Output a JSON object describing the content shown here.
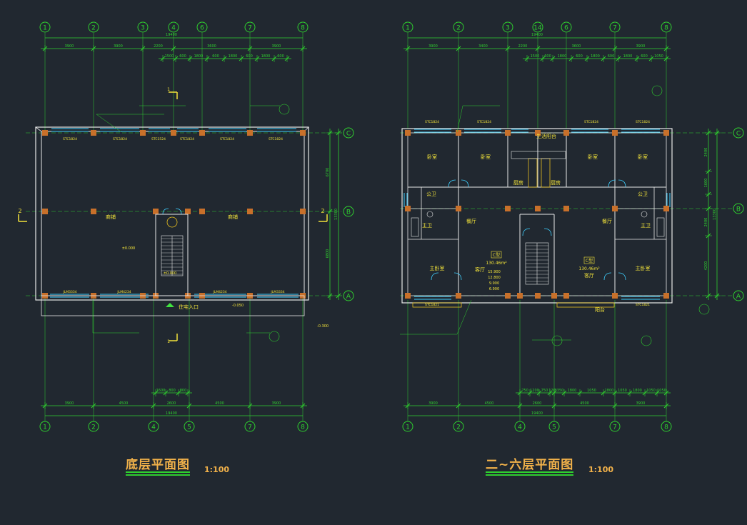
{
  "colors": {
    "background": "#212830",
    "wall": "#e8e8e8",
    "axis": "#2fd02f",
    "dimension": "#2fd02f",
    "column": "#c8702a",
    "window": "#3fd0ff",
    "title": "#f2b24a",
    "text_yellow": "#f2e33a",
    "door": "#3fd0ff",
    "hatch": "#e8c020"
  },
  "left_plan": {
    "title": "底层平面图",
    "scale": "1:100",
    "top_axes": [
      "1",
      "2",
      "3",
      "4",
      "6",
      "7",
      "8"
    ],
    "bottom_axes": [
      "1",
      "2",
      "4",
      "5",
      "7",
      "8"
    ],
    "right_axes": [
      "C",
      "B",
      "A"
    ],
    "overall_dim": "19400",
    "top_dims": [
      "3900",
      "3900",
      "2200",
      "3600",
      "3900"
    ],
    "bottom_dims": [
      "3900",
      "4500",
      "2600",
      "4500",
      "3900"
    ],
    "bottom_total": "19400",
    "right_dims": [
      "6700",
      "6800"
    ],
    "right_total": "13300",
    "rooms": [
      {
        "id": "shop-left",
        "label": "商铺"
      },
      {
        "id": "shop-right",
        "label": "商铺"
      },
      {
        "id": "entrance",
        "label": "住宅入口"
      }
    ],
    "levels": [
      "±0.000",
      "-0.050",
      "-0.300"
    ],
    "window_tags": [
      "STC1824",
      "STC1824",
      "STC1524",
      "STC1824",
      "STC1824",
      "STC1824"
    ],
    "shutter_tags": [
      "JLM3334",
      "JLM4234",
      "JLM4234",
      "JLM3334"
    ],
    "section": [
      "1",
      "2"
    ]
  },
  "right_plan": {
    "title": "二~六层平面图",
    "scale": "1:100",
    "top_axes": [
      "1",
      "2",
      "3",
      "14",
      "6",
      "7",
      "8"
    ],
    "bottom_axes": [
      "1",
      "2",
      "4",
      "5",
      "7",
      "8"
    ],
    "right_axes": [
      "C",
      "B",
      "A"
    ],
    "overall_dim": "19400",
    "top_dims": [
      "3900",
      "3400",
      "2200",
      "3600",
      "3900"
    ],
    "bottom_dims": [
      "3900",
      "4500",
      "2600",
      "4500",
      "3900"
    ],
    "bottom_total": "19400",
    "right_dims": [
      "2400",
      "1600",
      "2400",
      "4200"
    ],
    "right_total": "13300",
    "rooms": [
      {
        "id": "bed-1",
        "label": "卧室"
      },
      {
        "id": "bed-2",
        "label": "卧室"
      },
      {
        "id": "bed-3",
        "label": "卧室"
      },
      {
        "id": "bed-4",
        "label": "卧室"
      },
      {
        "id": "kitchen-1",
        "label": "厨房"
      },
      {
        "id": "kitchen-2",
        "label": "厨房"
      },
      {
        "id": "living-1",
        "label": "客厅"
      },
      {
        "id": "living-2",
        "label": "客厅"
      },
      {
        "id": "dining-1",
        "label": "餐厅"
      },
      {
        "id": "dining-2",
        "label": "餐厅"
      },
      {
        "id": "master-1",
        "label": "主卧室"
      },
      {
        "id": "master-2",
        "label": "主卧室"
      },
      {
        "id": "bath-1",
        "label": "主卫"
      },
      {
        "id": "bath-2",
        "label": "主卫"
      },
      {
        "id": "wc-1",
        "label": "公卫"
      },
      {
        "id": "wc-2",
        "label": "公卫"
      },
      {
        "id": "balcony",
        "label": "阳台"
      },
      {
        "id": "service-balcony",
        "label": "生活阳台"
      }
    ],
    "unit_types": [
      "C型",
      "C型"
    ],
    "unit_areas": [
      "130.46m²",
      "130.46m²"
    ],
    "level_stack": [
      "15.900",
      "12.800",
      "9.900",
      "6.900"
    ],
    "window_tags": [
      "STC1824",
      "STC1824",
      "STC1824",
      "STC1824",
      "STC1821",
      "STC1821"
    ]
  }
}
